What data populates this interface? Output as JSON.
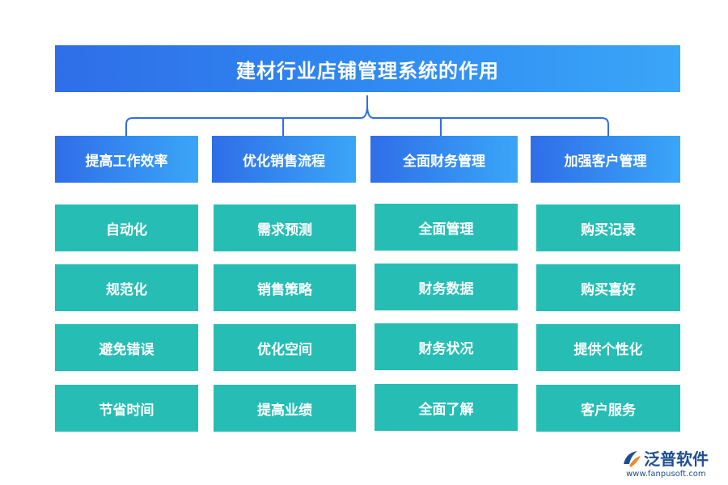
{
  "title": "建材行业店铺管理系统的作用",
  "columns": [
    {
      "header": "提高工作效率",
      "items": [
        "自动化",
        "规范化",
        "避免错误",
        "节省时间"
      ]
    },
    {
      "header": "优化销售流程",
      "items": [
        "需求预测",
        "销售策略",
        "优化空间",
        "提高业绩"
      ]
    },
    {
      "header": "全面财务管理",
      "items": [
        "全面管理",
        "财务数据",
        "财务状况",
        "全面了解"
      ]
    },
    {
      "header": "加强客户管理",
      "items": [
        "购买记录",
        "购买喜好",
        "提供个性化",
        "客户服务"
      ]
    }
  ],
  "logo": {
    "name": "泛普软件",
    "url": "www.fanpusoft.com"
  },
  "colors": {
    "header_gradient_start": "#2f6ee8",
    "header_gradient_end": "#3aa6f8",
    "item_fill": "#26bdb4",
    "connector": "#2f6ee8",
    "logo": "#1e4f8f"
  }
}
